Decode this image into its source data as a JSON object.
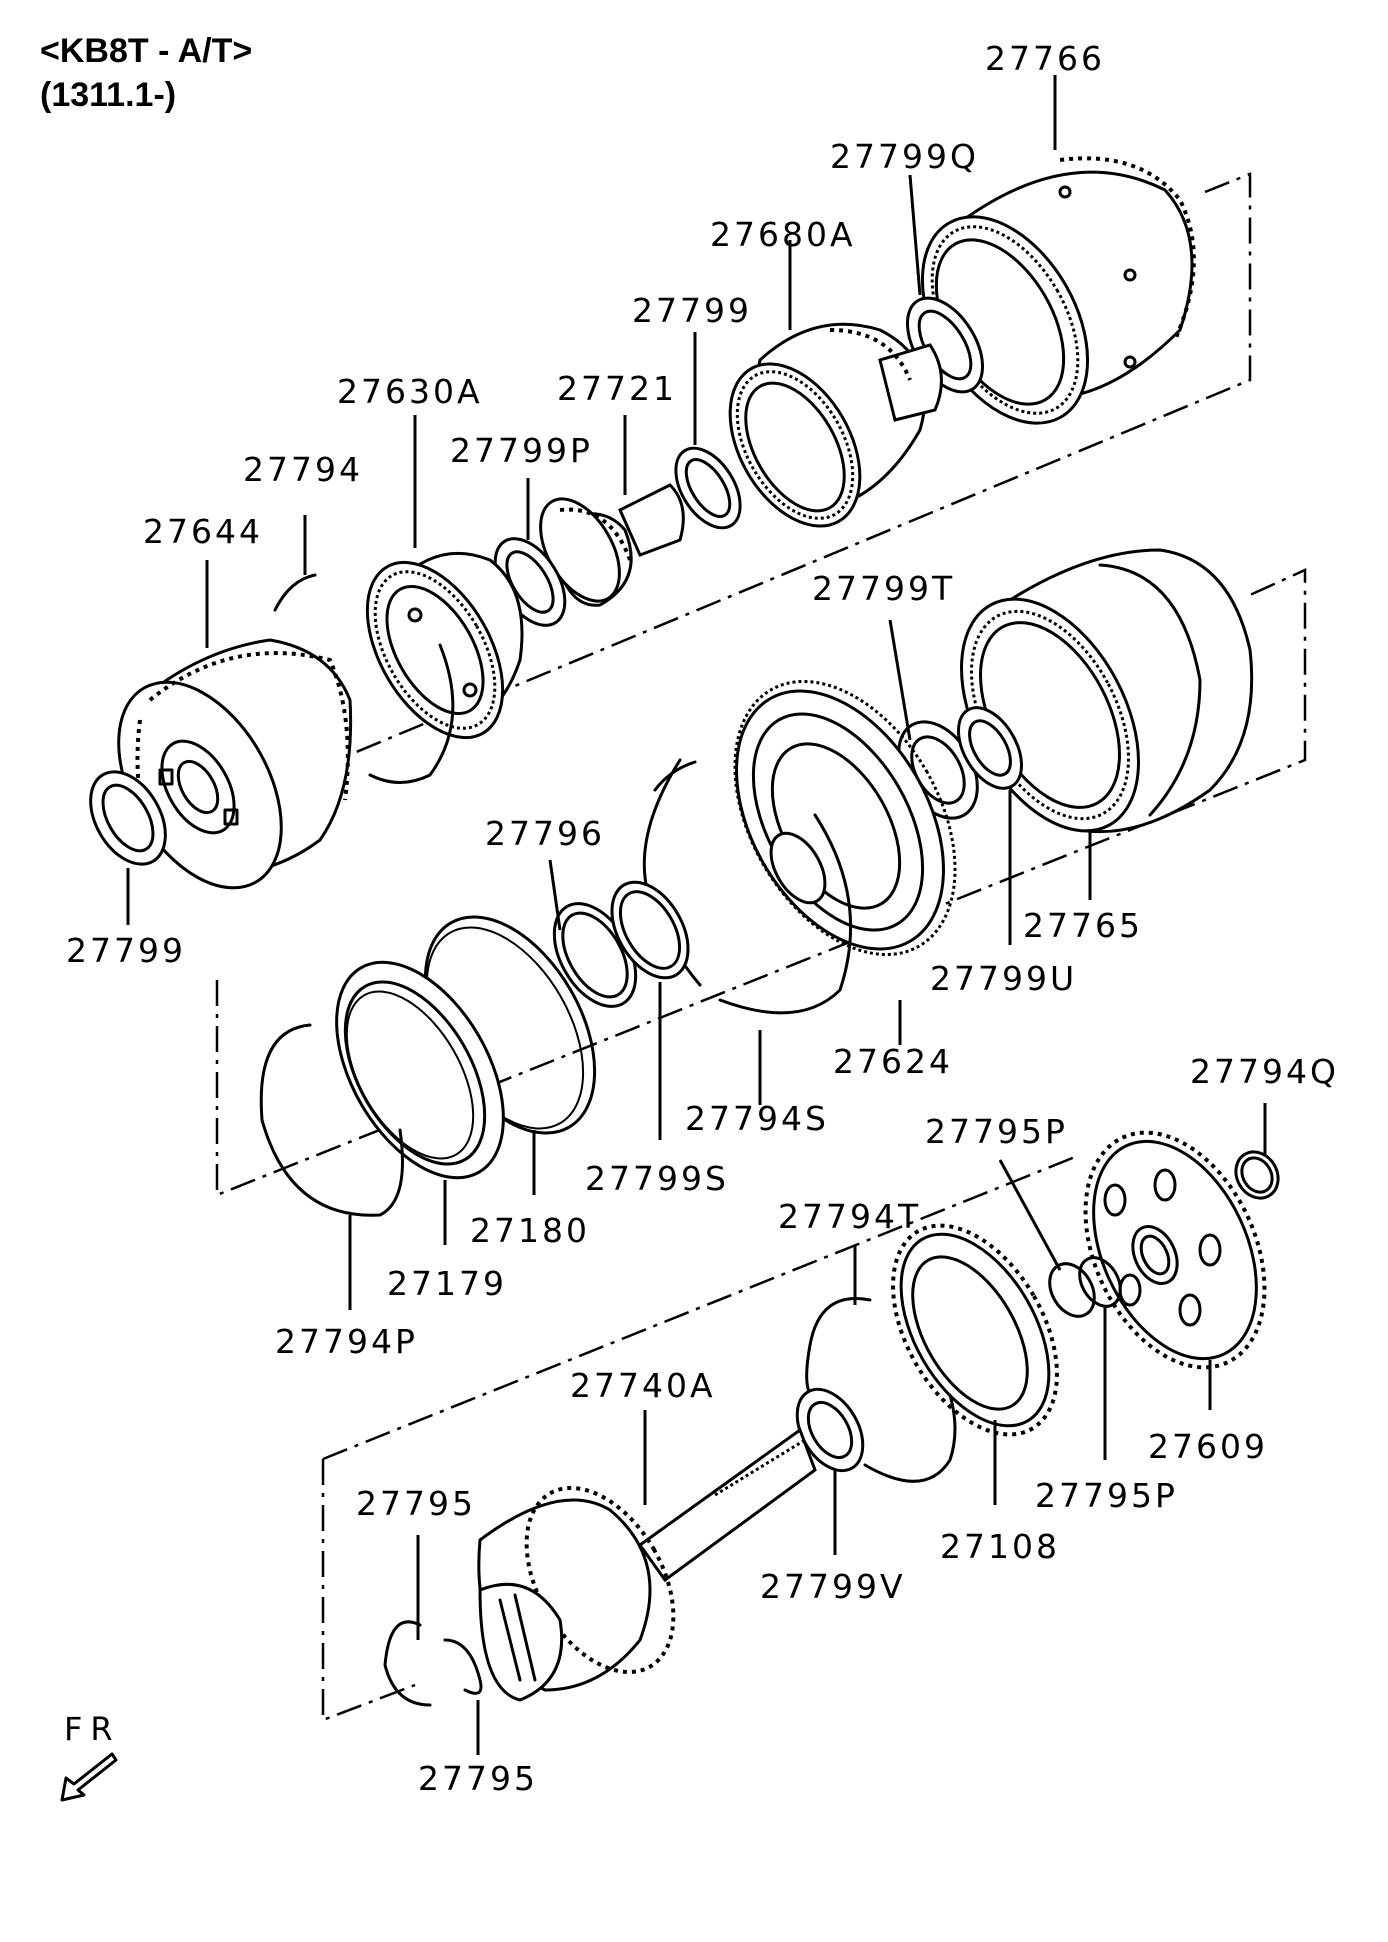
{
  "header": {
    "line1": "<KB8T - A/T>",
    "line2": "(1311.1-)"
  },
  "direction": "FR",
  "parts": [
    {
      "id": "p-27766",
      "label": "27766"
    },
    {
      "id": "p-27799Q",
      "label": "27799Q"
    },
    {
      "id": "p-27680A",
      "label": "27680A"
    },
    {
      "id": "p-27799-upper",
      "label": "27799"
    },
    {
      "id": "p-27721",
      "label": "27721"
    },
    {
      "id": "p-27630A",
      "label": "27630A"
    },
    {
      "id": "p-27799P",
      "label": "27799P"
    },
    {
      "id": "p-27794",
      "label": "27794"
    },
    {
      "id": "p-27644",
      "label": "27644"
    },
    {
      "id": "p-27799-lower",
      "label": "27799"
    },
    {
      "id": "p-27799T",
      "label": "27799T"
    },
    {
      "id": "p-27765",
      "label": "27765"
    },
    {
      "id": "p-27799U",
      "label": "27799U"
    },
    {
      "id": "p-27796",
      "label": "27796"
    },
    {
      "id": "p-27624",
      "label": "27624"
    },
    {
      "id": "p-27794S",
      "label": "27794S"
    },
    {
      "id": "p-27799S",
      "label": "27799S"
    },
    {
      "id": "p-27180",
      "label": "27180"
    },
    {
      "id": "p-27179",
      "label": "27179"
    },
    {
      "id": "p-27794P",
      "label": "27794P"
    },
    {
      "id": "p-27794Q",
      "label": "27794Q"
    },
    {
      "id": "p-27795P-a",
      "label": "27795P"
    },
    {
      "id": "p-27794T",
      "label": "27794T"
    },
    {
      "id": "p-27609",
      "label": "27609"
    },
    {
      "id": "p-27795P-b",
      "label": "27795P"
    },
    {
      "id": "p-27740A",
      "label": "27740A"
    },
    {
      "id": "p-27108",
      "label": "27108"
    },
    {
      "id": "p-27799V",
      "label": "27799V"
    },
    {
      "id": "p-27795-a",
      "label": "27795"
    },
    {
      "id": "p-27795-b",
      "label": "27795"
    }
  ]
}
